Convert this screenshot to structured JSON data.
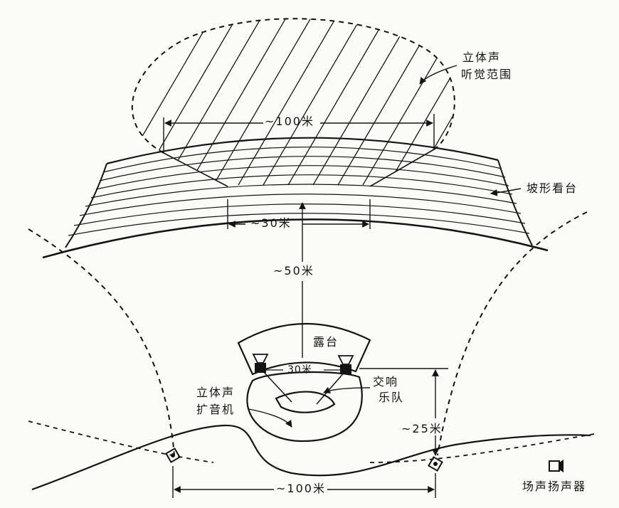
{
  "labels": {
    "stereo_zone_line1": "立体声",
    "stereo_zone_line2": "听觉范围",
    "ring_seats": "坡形看台",
    "dim_100_top": "~100米",
    "dim_30_middle": "~30米",
    "dim_50": "~50米",
    "stage": "露台",
    "dim_30_stage": "30米",
    "amp_line1": "立体声",
    "amp_line2": "扩音机",
    "orchestra_line1": "交响",
    "orchestra_line2": "乐队",
    "dim_25": "~25米",
    "dim_100_bottom": "~100米",
    "effects_speaker": "场声扬声器"
  },
  "icons": [
    "speaker-icon",
    "effects-speaker-icon"
  ],
  "colors": {
    "ink": "#141414",
    "paper": "#fbfbf8"
  }
}
